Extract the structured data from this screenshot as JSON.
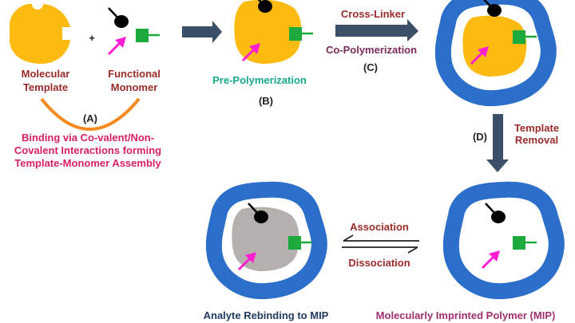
{
  "labels": {
    "molecular": "Molecular",
    "template": "Template",
    "functional": "Functional",
    "monomer": "Monomer",
    "plus": "+",
    "step_a": "(A)",
    "binding_1": "Binding via Co-valent/Non-",
    "binding_2": "Covalent Interactions forming",
    "binding_3": "Template-Monomer Assembly",
    "pre_polymerization": "Pre-Polymerization",
    "step_b": "(B)",
    "cross_linker": "Cross-Linker",
    "co_polymerization": "Co-Polymerization",
    "step_c": "(C)",
    "step_d": "(D)",
    "template_removal_1": "Template",
    "template_removal_2": "Removal",
    "association": "Association",
    "dissociation": "Dissociation",
    "analyte_rebinding": "Analyte Rebinding to MIP",
    "mip": "Molecularly Imprinted Polymer (MIP)"
  },
  "colors": {
    "template_yellow": "#FDBB12",
    "polymer_blue": "#2B6FCB",
    "arrow_dark": "#3B4F66",
    "maroon": "#9B2B2B",
    "teal": "#17A88B",
    "pink": "#D81F66",
    "purple": "#7B2B5C",
    "magenta": "#FF1ED2",
    "green": "#1DAA3C",
    "analyte_grey": "#B5B0AD",
    "navy": "#1F3A5F",
    "orange": "#F78A1F"
  }
}
